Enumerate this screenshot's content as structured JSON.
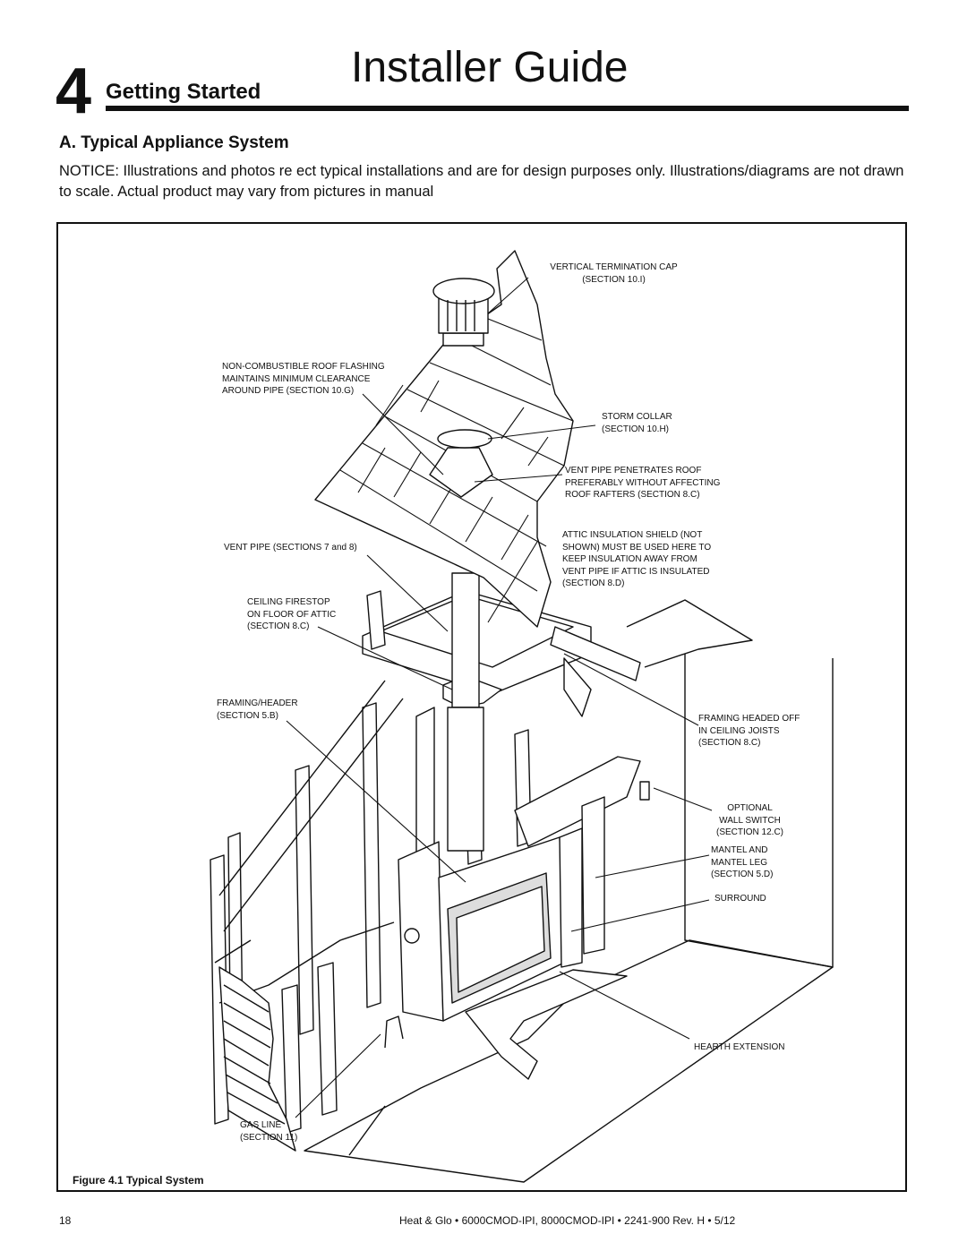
{
  "header": {
    "chapter_number": "4",
    "section_title": "Getting Started",
    "guide_title": "Installer Guide"
  },
  "subsection_title": "A. Typical Appliance System",
  "notice": "NOTICE: Illustrations and photos re ect typical installations and are for design purposes only. Illustrations/diagrams are not drawn to scale. Actual product may vary from pictures in manual",
  "figure": {
    "caption": "Figure 4.1 Typical System",
    "labels": {
      "termination_cap": "VERTICAL TERMINATION CAP\n(SECTION 10.I)",
      "roof_flashing": "NON-COMBUSTIBLE ROOF FLASHING\nMAINTAINS MINIMUM CLEARANCE\nAROUND PIPE (SECTION 10.G)",
      "storm_collar": "STORM COLLAR\n(SECTION 10.H)",
      "vent_penetrates": "VENT PIPE PENETRATES ROOF\nPREFERABLY WITHOUT AFFECTING\nROOF RAFTERS (SECTION 8.C)",
      "attic_shield": "ATTIC INSULATION SHIELD (NOT\nSHOWN) MUST BE USED HERE TO\nKEEP INSULATION AWAY FROM\nVENT PIPE IF ATTIC IS INSULATED\n(SECTION 8.D)",
      "vent_pipe": "VENT PIPE (SECTIONS 7 and 8)",
      "ceiling_firestop": "CEILING FIRESTOP\nON FLOOR OF ATTIC\n(SECTION 8.C)",
      "framing_header": "FRAMING/HEADER\n(SECTION 5.B)",
      "framing_joists": "FRAMING HEADED OFF\nIN CEILING JOISTS\n(SECTION 8.C)",
      "wall_switch": "OPTIONAL\nWALL SWITCH\n(SECTION 12.C)",
      "mantel": "MANTEL AND\nMANTEL LEG\n(SECTION 5.D)",
      "surround": "SURROUND",
      "hearth": "HEARTH EXTENSION",
      "gas_line": "GAS LINE\n(SECTION 11)"
    }
  },
  "footer": {
    "page_number": "18",
    "text": "Heat & Glo  •  6000CMOD-IPI, 8000CMOD-IPI  •  2241-900 Rev. H  •  5/12"
  }
}
